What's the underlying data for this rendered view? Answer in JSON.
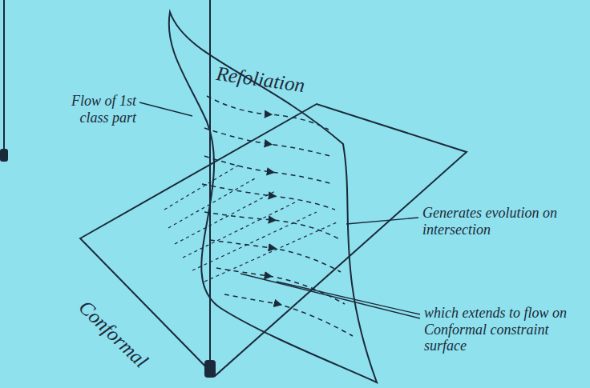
{
  "diagram": {
    "labels": [
      "Refoliation",
      "Flow of 1st class part",
      "Generates evolution on intersection",
      "which extends to flow on Conformal constraint surface",
      "Conformal"
    ]
  }
}
